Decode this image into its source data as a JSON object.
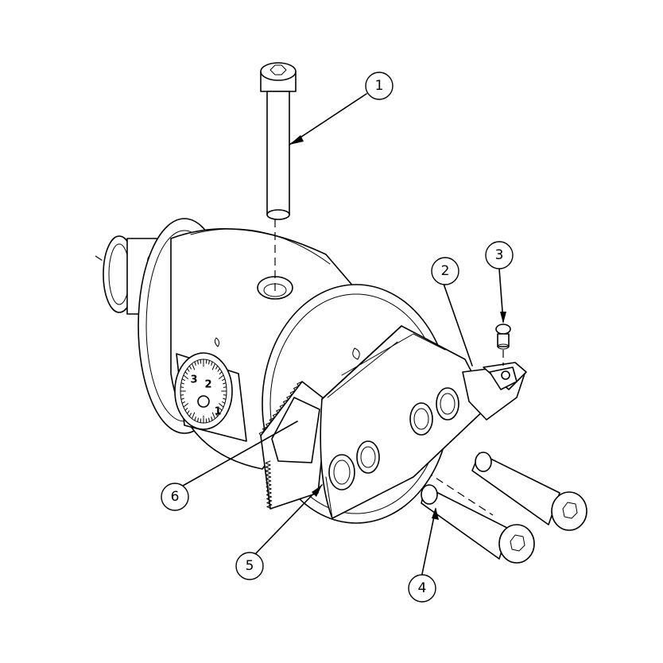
{
  "callouts": [
    {
      "number": "1"
    },
    {
      "number": "2"
    },
    {
      "number": "3"
    },
    {
      "number": "4"
    },
    {
      "number": "5"
    },
    {
      "number": "6"
    }
  ],
  "dial": {
    "digits": [
      "3",
      "2",
      "1"
    ]
  },
  "style": {
    "line_color": "#000000",
    "background": "#ffffff"
  }
}
